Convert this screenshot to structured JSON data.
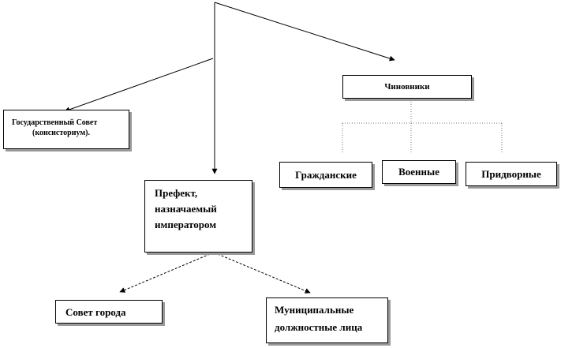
{
  "diagram": {
    "nodes": {
      "state_council": {
        "line1": "Государственный Совет",
        "line2": "(консисториум)."
      },
      "officials": {
        "label": "Чиновники"
      },
      "civil": {
        "label": "Гражданские"
      },
      "military": {
        "label": "Военные"
      },
      "court": {
        "label": "Придворные"
      },
      "prefect": {
        "line1": "Префект,",
        "line2": "назначаемый",
        "line3": "императором"
      },
      "city_council": {
        "label": "Совет города"
      },
      "municipal": {
        "line1": "Муниципальные",
        "line2": "должностные лица"
      }
    },
    "colors": {
      "line": "#000000",
      "shadow": "#9a9a9a",
      "dotted": "#777777"
    }
  }
}
